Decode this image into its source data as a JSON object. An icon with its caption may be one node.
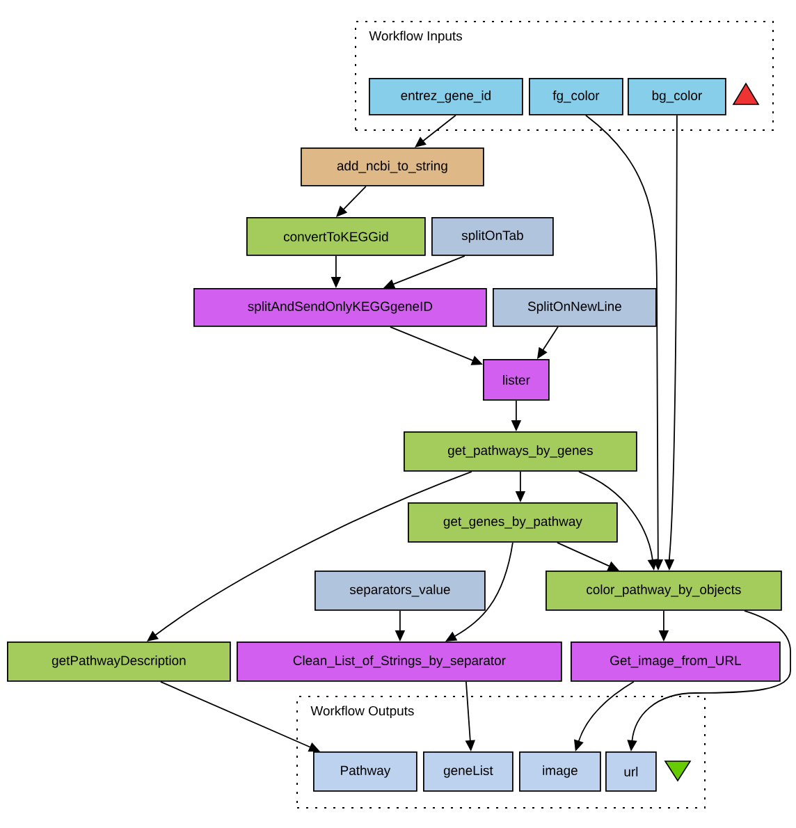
{
  "diagram": {
    "nodes": [
      {
        "text": [
          "Workflow Inputs"
        ]
      },
      {
        "text": [
          "entrez_gene_id"
        ],
        "in": 0
      },
      {
        "text": [
          "fg_color"
        ],
        "in": 0
      },
      {
        "text": [
          "bg_color"
        ],
        "in": 0
      },
      {
        "text": [
          "add_ncbi_to_string"
        ]
      },
      {
        "text": [
          "convertToKEGGid"
        ]
      },
      {
        "text": [
          "splitOnTab"
        ]
      },
      {
        "text": [
          "splitAndSendOnlyKEGGgeneID"
        ]
      },
      {
        "text": [
          "SplitOnNewLine"
        ]
      },
      {
        "text": [
          "lister"
        ]
      },
      {
        "text": [
          "get_pathways_by_genes"
        ]
      },
      {
        "text": [
          "get_genes_by_pathway"
        ]
      },
      {
        "text": [
          "separators_value"
        ]
      },
      {
        "text": [
          "color_pathway_by_objects"
        ]
      },
      {
        "text": [
          "getPathwayDescription"
        ]
      },
      {
        "text": [
          "Clean_List_of_Strings_by_separator"
        ]
      },
      {
        "text": [
          "Get_image_from_URL"
        ]
      },
      {
        "text": [
          "Workflow Outputs"
        ]
      },
      {
        "text": [
          "Pathway"
        ],
        "in": 17
      },
      {
        "text": [
          "geneList"
        ],
        "in": 17
      },
      {
        "text": [
          "image"
        ],
        "in": 17
      },
      {
        "text": [
          "url"
        ],
        "in": 17
      }
    ],
    "edges": [
      {
        "from": 1,
        "to": 4,
        "arrow": "to"
      },
      {
        "from": 4,
        "to": 5,
        "arrow": "to"
      },
      {
        "from": 5,
        "to": 7,
        "arrow": "to"
      },
      {
        "from": 6,
        "to": 7,
        "arrow": "to"
      },
      {
        "from": 7,
        "to": 9,
        "arrow": "to"
      },
      {
        "from": 8,
        "to": 9,
        "arrow": "to"
      },
      {
        "from": 9,
        "to": 10,
        "arrow": "to"
      },
      {
        "from": 10,
        "to": 11,
        "arrow": "to"
      },
      {
        "from": 10,
        "to": 14,
        "arrow": "to"
      },
      {
        "from": 10,
        "to": 13,
        "arrow": "to"
      },
      {
        "from": 11,
        "to": 13,
        "arrow": "to"
      },
      {
        "from": 11,
        "to": 15,
        "arrow": "to"
      },
      {
        "from": 2,
        "to": 13,
        "arrow": "to"
      },
      {
        "from": 3,
        "to": 13,
        "arrow": "to"
      },
      {
        "from": 12,
        "to": 15,
        "arrow": "to"
      },
      {
        "from": 13,
        "to": 16,
        "arrow": "to"
      },
      {
        "from": 13,
        "to": 21,
        "arrow": "to"
      },
      {
        "from": 14,
        "to": 18,
        "arrow": "to"
      },
      {
        "from": 15,
        "to": 19,
        "arrow": "to"
      },
      {
        "from": 16,
        "to": 20,
        "arrow": "to"
      }
    ]
  }
}
